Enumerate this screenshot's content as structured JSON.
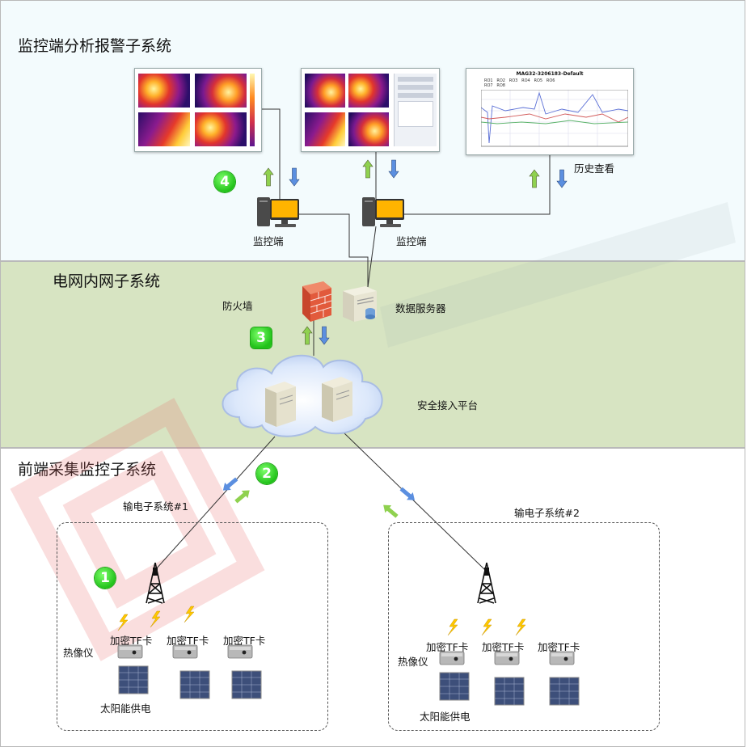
{
  "sections": {
    "monitor": {
      "title": "监控端分析报警子系统"
    },
    "intranet": {
      "title": "电网内网子系统"
    },
    "frontend": {
      "title": "前端采集监控子系统"
    }
  },
  "labels": {
    "monitor_pc_1": "监控端",
    "monitor_pc_2": "监控端",
    "history_view": "历史查看",
    "firewall": "防火墙",
    "data_server": "数据服务器",
    "access_platform": "安全接入平台",
    "subsystem_1": "输电子系统#1",
    "subsystem_2": "输电子系统#2",
    "tf_card": "加密TF卡",
    "thermal_imager": "热像仪",
    "solar_power": "太阳能供电"
  },
  "chart_thumbnail": {
    "title": "MAG32-3206183-Default",
    "legend": [
      "RO1",
      "RO2",
      "RO3",
      "RO4",
      "RO5",
      "RO6",
      "RO7",
      "RO8"
    ]
  },
  "steps": [
    "1",
    "2",
    "3",
    "4"
  ],
  "colors": {
    "monitor_bg": "#f3fbfd",
    "intranet_bg": "#d7e4c2",
    "frontend_bg": "#ffffff",
    "badge_green": "#22c21a",
    "arrow_green": "#8fd14f",
    "arrow_blue": "#3f7fd6",
    "firewall_red": "#e25a3c"
  }
}
